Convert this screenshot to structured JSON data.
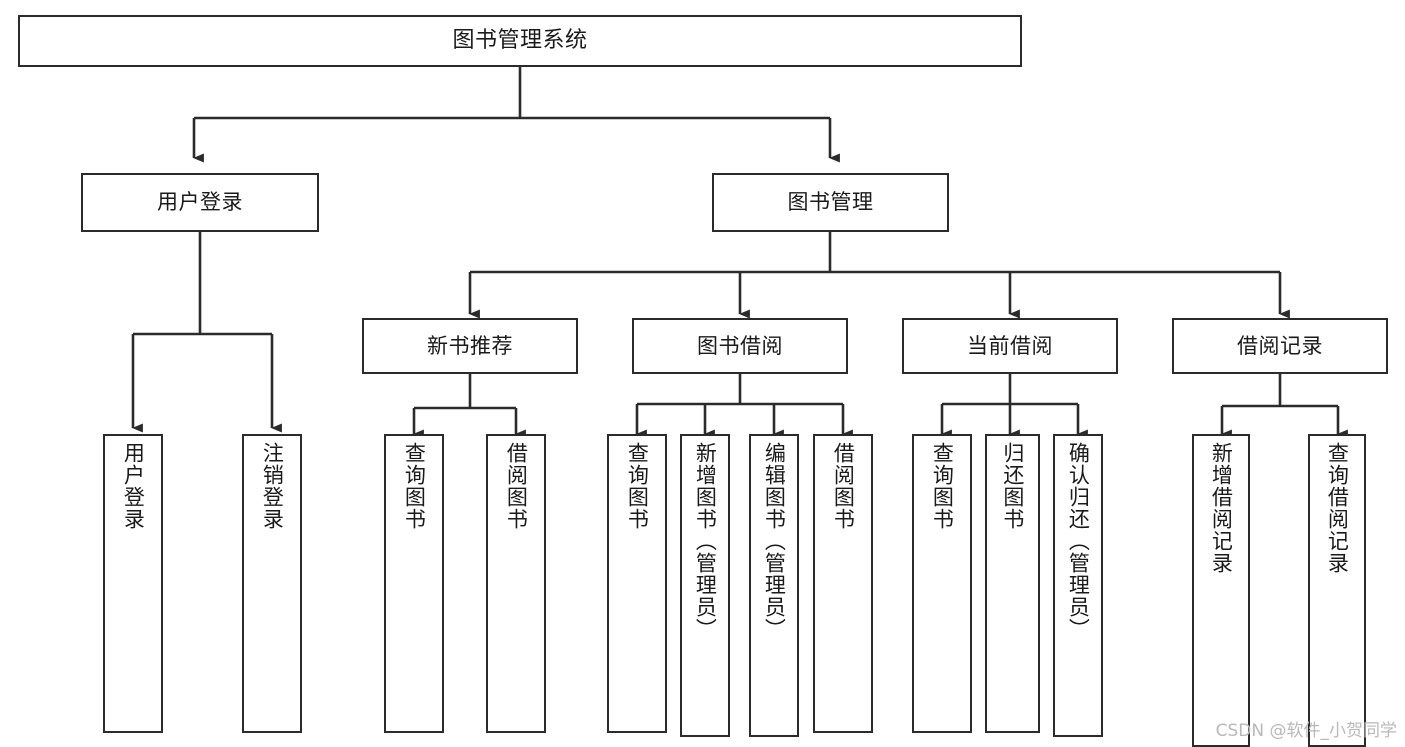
{
  "diagram": {
    "title": "图书管理系统",
    "type": "tree",
    "orientation": "top-down",
    "box_border_color": "#2b2b2b",
    "box_fill_color": "#ffffff",
    "edge_color": "#2b2b2b",
    "text_color": "#1a1a1a",
    "nodes": {
      "root": {
        "label": "图书管理系统"
      },
      "level1": [
        {
          "id": "user-login",
          "label": "用户登录"
        },
        {
          "id": "book-manage",
          "label": "图书管理"
        }
      ],
      "level2": [
        {
          "id": "new-book-recommend",
          "label": "新书推荐",
          "parent": "book-manage"
        },
        {
          "id": "book-borrow",
          "label": "图书借阅",
          "parent": "book-manage"
        },
        {
          "id": "current-borrow",
          "label": "当前借阅",
          "parent": "book-manage"
        },
        {
          "id": "borrow-record",
          "label": "借阅记录",
          "parent": "book-manage"
        }
      ],
      "leaves": [
        {
          "id": "leaf-user-login",
          "label": "用户登录",
          "parent": "user-login"
        },
        {
          "id": "leaf-logout-login",
          "label": "注销登录",
          "parent": "user-login"
        },
        {
          "id": "leaf-query-book-1",
          "label": "查询图书",
          "parent": "new-book-recommend"
        },
        {
          "id": "leaf-borrow-book-1",
          "label": "借阅图书",
          "parent": "new-book-recommend"
        },
        {
          "id": "leaf-query-book-2",
          "label": "查询图书",
          "parent": "book-borrow"
        },
        {
          "id": "leaf-add-book",
          "label": "新增图书（管理员）",
          "parent": "book-borrow"
        },
        {
          "id": "leaf-edit-book",
          "label": "编辑图书（管理员）",
          "parent": "book-borrow"
        },
        {
          "id": "leaf-borrow-book-2",
          "label": "借阅图书",
          "parent": "book-borrow"
        },
        {
          "id": "leaf-query-book-3",
          "label": "查询图书",
          "parent": "current-borrow"
        },
        {
          "id": "leaf-return-book",
          "label": "归还图书",
          "parent": "current-borrow"
        },
        {
          "id": "leaf-confirm-return",
          "label": "确认归还（管理员）",
          "parent": "current-borrow"
        },
        {
          "id": "leaf-add-record",
          "label": "新增借阅记录",
          "parent": "borrow-record"
        },
        {
          "id": "leaf-query-record",
          "label": "查询借阅记录",
          "parent": "borrow-record"
        }
      ]
    }
  },
  "watermark": {
    "text": "CSDN @软件_小贺同学"
  }
}
